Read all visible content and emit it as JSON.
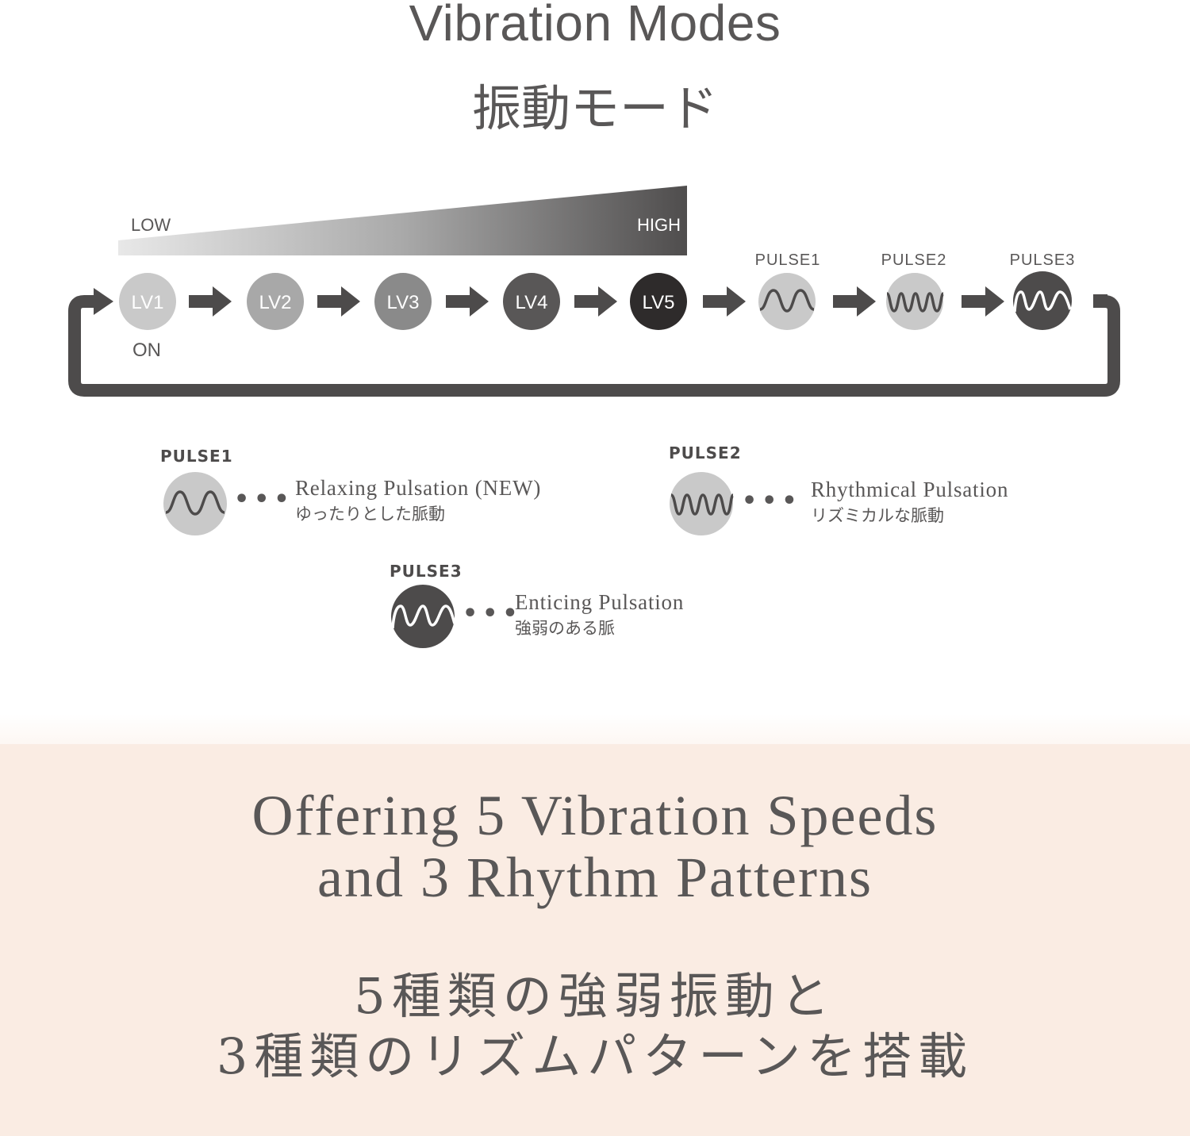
{
  "header": {
    "title_en": "Vibration Modes",
    "title_ja": "振動モード"
  },
  "intensity_bar": {
    "low_label": "LOW",
    "high_label": "HIGH",
    "gradient_start": "#e6e6e6",
    "gradient_end": "#595757"
  },
  "cycle": {
    "on_label": "ON",
    "levels": [
      {
        "label": "LV1",
        "color": "#c9c9c9"
      },
      {
        "label": "LV2",
        "color": "#a8a8a8"
      },
      {
        "label": "LV3",
        "color": "#8a8a8a"
      },
      {
        "label": "LV4",
        "color": "#595757"
      },
      {
        "label": "LV5",
        "color": "#2e2b2b"
      }
    ],
    "pulses": [
      {
        "label": "PULSE1",
        "color": "#c9c9c9",
        "wave": "slow-sine"
      },
      {
        "label": "PULSE2",
        "color": "#c9c9c9",
        "wave": "fast-sine"
      },
      {
        "label": "PULSE3",
        "color": "#4d4b4b",
        "wave": "sawtooth"
      }
    ],
    "arrow_color": "#4d4b4b"
  },
  "legend": {
    "items": [
      {
        "label": "PULSE1",
        "en": "Relaxing Pulsation (NEW)",
        "ja": "ゆったりとした脈動",
        "dots": "•••"
      },
      {
        "label": "PULSE2",
        "en": "Rhythmical Pulsation",
        "ja": "リズミカルな脈動",
        "dots": "•••"
      },
      {
        "label": "PULSE3",
        "en": "Enticing Pulsation",
        "ja": "強弱のある脈",
        "dots": "•••"
      }
    ]
  },
  "banner": {
    "background": "#faece3",
    "en_line1": "Offering 5 Vibration Speeds",
    "en_line2": "and 3 Rhythm Patterns",
    "ja_line1": "5種類の強弱振動と",
    "ja_line2": "3種類のリズムパターンを搭載"
  }
}
